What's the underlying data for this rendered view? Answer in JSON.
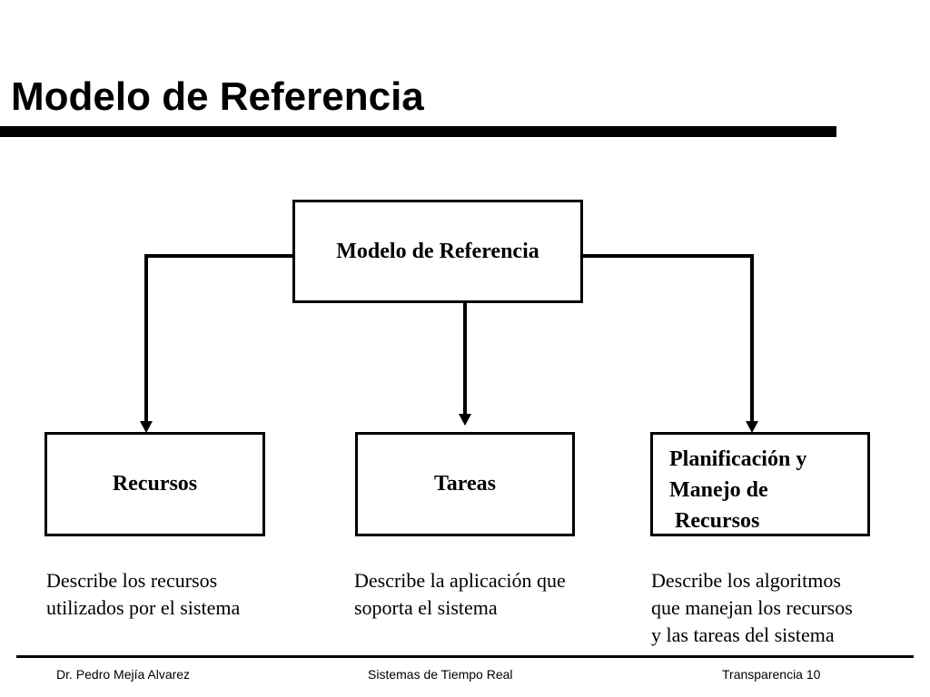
{
  "slide": {
    "title": "Modelo de Referencia"
  },
  "diagram": {
    "root": {
      "label": "Modelo de Referencia"
    },
    "children": [
      {
        "label": "Recursos",
        "description": [
          "Describe los recursos",
          "utilizados por el sistema"
        ]
      },
      {
        "label": "Tareas",
        "description": [
          "Describe la aplicación que",
          "soporta el sistema"
        ]
      },
      {
        "label_lines": [
          "Planificación y",
          "Manejo de",
          " Recursos"
        ],
        "description": [
          "Describe los algoritmos",
          "que manejan los recursos",
          "y las tareas del sistema"
        ]
      }
    ]
  },
  "footer": {
    "author": "Dr. Pedro Mejía Alvarez",
    "course": "Sistemas de Tiempo Real",
    "page": "Transparencia 10"
  },
  "colors": {
    "foreground": "#000000",
    "background": "#ffffff"
  }
}
